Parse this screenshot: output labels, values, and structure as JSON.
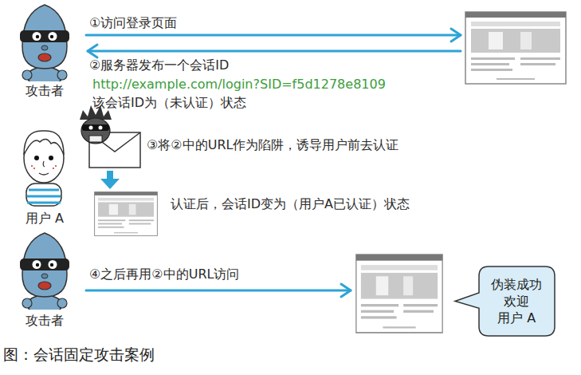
{
  "diagram": {
    "caption": "图：会话固定攻击案例",
    "nodes": [
      {
        "text": [
          "伪装成功 欢迎 用户 A"
        ]
      }
    ],
    "labels": [
      "①访问登录页面",
      "②服务器发布一个会话ID",
      "http://example.com/login?SID=f5d1278e8109",
      "该会话ID为（未认证）状态",
      "攻击者",
      "③将②中的URL作为陷阱，诱导用户前去认证",
      "认证后，会话ID变为（用户A已认证）状态",
      "用户 A",
      "④之后再用②中的URL访问",
      "攻击者"
    ]
  }
}
